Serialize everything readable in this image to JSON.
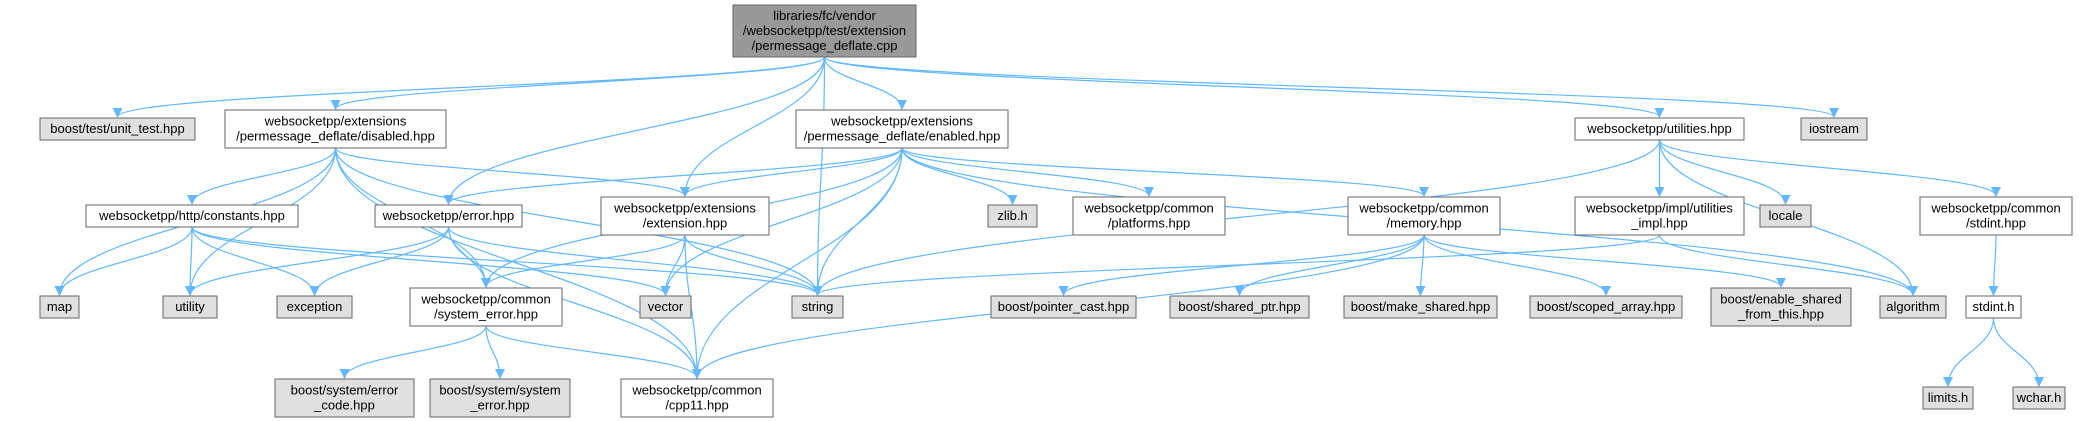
{
  "graph": {
    "style": {
      "edge_color": "#63B8FF",
      "node_border": "#666666",
      "root_fill": "#999999",
      "local_fill": "#ffffff",
      "system_fill": "#e0e0e0"
    },
    "nodes": [
      {
        "id": "root",
        "kind": "root",
        "lines": [
          "libraries/fc/vendor",
          "/websocketpp/test/extension",
          "/permessage_deflate.cpp"
        ]
      },
      {
        "id": "unit_test",
        "kind": "system",
        "lines": [
          "boost/test/unit_test.hpp"
        ]
      },
      {
        "id": "disabled",
        "kind": "local",
        "lines": [
          "websocketpp/extensions",
          "/permessage_deflate/disabled.hpp"
        ]
      },
      {
        "id": "enabled",
        "kind": "local",
        "lines": [
          "websocketpp/extensions",
          "/permessage_deflate/enabled.hpp"
        ]
      },
      {
        "id": "utilities",
        "kind": "local",
        "lines": [
          "websocketpp/utilities.hpp"
        ]
      },
      {
        "id": "iostream",
        "kind": "system",
        "lines": [
          "iostream"
        ]
      },
      {
        "id": "http_constants",
        "kind": "local",
        "lines": [
          "websocketpp/http/constants.hpp"
        ]
      },
      {
        "id": "error",
        "kind": "local",
        "lines": [
          "websocketpp/error.hpp"
        ]
      },
      {
        "id": "extension",
        "kind": "local",
        "lines": [
          "websocketpp/extensions",
          "/extension.hpp"
        ]
      },
      {
        "id": "zlib",
        "kind": "system",
        "lines": [
          "zlib.h"
        ]
      },
      {
        "id": "platforms",
        "kind": "local",
        "lines": [
          "websocketpp/common",
          "/platforms.hpp"
        ]
      },
      {
        "id": "memory",
        "kind": "local",
        "lines": [
          "websocketpp/common",
          "/memory.hpp"
        ]
      },
      {
        "id": "impl_utilities",
        "kind": "local",
        "lines": [
          "websocketpp/impl/utilities",
          "_impl.hpp"
        ]
      },
      {
        "id": "locale",
        "kind": "system",
        "lines": [
          "locale"
        ]
      },
      {
        "id": "common_stdint",
        "kind": "local",
        "lines": [
          "websocketpp/common",
          "/stdint.hpp"
        ]
      },
      {
        "id": "map",
        "kind": "system",
        "lines": [
          "map"
        ]
      },
      {
        "id": "utility",
        "kind": "system",
        "lines": [
          "utility"
        ]
      },
      {
        "id": "exception",
        "kind": "system",
        "lines": [
          "exception"
        ]
      },
      {
        "id": "system_error",
        "kind": "local",
        "lines": [
          "websocketpp/common",
          "/system_error.hpp"
        ]
      },
      {
        "id": "vector",
        "kind": "system",
        "lines": [
          "vector"
        ]
      },
      {
        "id": "string",
        "kind": "system",
        "lines": [
          "string"
        ]
      },
      {
        "id": "pointer_cast",
        "kind": "system",
        "lines": [
          "boost/pointer_cast.hpp"
        ]
      },
      {
        "id": "shared_ptr",
        "kind": "system",
        "lines": [
          "boost/shared_ptr.hpp"
        ]
      },
      {
        "id": "make_shared",
        "kind": "system",
        "lines": [
          "boost/make_shared.hpp"
        ]
      },
      {
        "id": "scoped_array",
        "kind": "system",
        "lines": [
          "boost/scoped_array.hpp"
        ]
      },
      {
        "id": "enable_shared",
        "kind": "system",
        "lines": [
          "boost/enable_shared",
          "_from_this.hpp"
        ]
      },
      {
        "id": "algorithm",
        "kind": "system",
        "lines": [
          "algorithm"
        ]
      },
      {
        "id": "stdint_h",
        "kind": "local",
        "lines": [
          "stdint.h"
        ]
      },
      {
        "id": "error_code",
        "kind": "system",
        "lines": [
          "boost/system/error",
          "_code.hpp"
        ]
      },
      {
        "id": "system_error_boost",
        "kind": "system",
        "lines": [
          "boost/system/system",
          "_error.hpp"
        ]
      },
      {
        "id": "cpp11",
        "kind": "local",
        "lines": [
          "websocketpp/common",
          "/cpp11.hpp"
        ]
      },
      {
        "id": "limits",
        "kind": "system",
        "lines": [
          "limits.h"
        ]
      },
      {
        "id": "wchar",
        "kind": "system",
        "lines": [
          "wchar.h"
        ]
      }
    ],
    "edges": [
      [
        "root",
        "unit_test"
      ],
      [
        "root",
        "disabled"
      ],
      [
        "root",
        "enabled"
      ],
      [
        "root",
        "utilities"
      ],
      [
        "root",
        "iostream"
      ],
      [
        "root",
        "error"
      ],
      [
        "root",
        "extension"
      ],
      [
        "root",
        "string"
      ],
      [
        "disabled",
        "http_constants"
      ],
      [
        "disabled",
        "extension"
      ],
      [
        "disabled",
        "system_error"
      ],
      [
        "disabled",
        "map"
      ],
      [
        "disabled",
        "utility"
      ],
      [
        "disabled",
        "string"
      ],
      [
        "disabled",
        "cpp11"
      ],
      [
        "enabled",
        "error"
      ],
      [
        "enabled",
        "extension"
      ],
      [
        "enabled",
        "system_error"
      ],
      [
        "enabled",
        "zlib"
      ],
      [
        "enabled",
        "platforms"
      ],
      [
        "enabled",
        "memory"
      ],
      [
        "enabled",
        "vector"
      ],
      [
        "enabled",
        "string"
      ],
      [
        "enabled",
        "cpp11"
      ],
      [
        "enabled",
        "algorithm"
      ],
      [
        "utilities",
        "impl_utilities"
      ],
      [
        "utilities",
        "locale"
      ],
      [
        "utilities",
        "common_stdint"
      ],
      [
        "utilities",
        "algorithm"
      ],
      [
        "utilities",
        "string"
      ],
      [
        "http_constants",
        "map"
      ],
      [
        "http_constants",
        "utility"
      ],
      [
        "http_constants",
        "exception"
      ],
      [
        "http_constants",
        "vector"
      ],
      [
        "http_constants",
        "string"
      ],
      [
        "error",
        "utility"
      ],
      [
        "error",
        "exception"
      ],
      [
        "error",
        "system_error"
      ],
      [
        "error",
        "string"
      ],
      [
        "error",
        "cpp11"
      ],
      [
        "extension",
        "system_error"
      ],
      [
        "extension",
        "vector"
      ],
      [
        "extension",
        "string"
      ],
      [
        "extension",
        "cpp11"
      ],
      [
        "memory",
        "pointer_cast"
      ],
      [
        "memory",
        "shared_ptr"
      ],
      [
        "memory",
        "make_shared"
      ],
      [
        "memory",
        "scoped_array"
      ],
      [
        "memory",
        "enable_shared"
      ],
      [
        "memory",
        "cpp11"
      ],
      [
        "impl_utilities",
        "string"
      ],
      [
        "impl_utilities",
        "algorithm"
      ],
      [
        "common_stdint",
        "stdint_h"
      ],
      [
        "system_error",
        "error_code"
      ],
      [
        "system_error",
        "system_error_boost"
      ],
      [
        "system_error",
        "cpp11"
      ],
      [
        "stdint_h",
        "limits"
      ],
      [
        "stdint_h",
        "wchar"
      ]
    ]
  }
}
